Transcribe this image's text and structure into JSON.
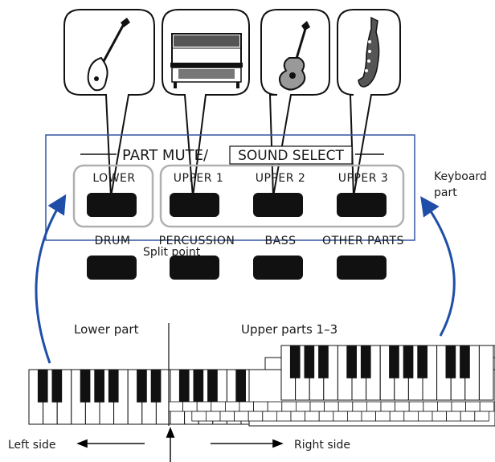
{
  "panel": {
    "title": "PART MUTE/",
    "title_boxed": "SOUND SELECT",
    "top_buttons": [
      "LOWER",
      "UPPER 1",
      "UPPER 2",
      "UPPER 3"
    ],
    "bottom_buttons": [
      "DRUM",
      "PERCUSSION",
      "BASS",
      "OTHER PARTS"
    ]
  },
  "callouts": {
    "keyboard_part": [
      "Keyboard",
      "part"
    ],
    "split_point": "Split point",
    "lower_part": "Lower part",
    "upper_parts": "Upper parts 1–3",
    "left_side": "Left side",
    "right_side": "Right side"
  },
  "instruments": [
    "guitar-icon",
    "piano-icon",
    "acoustic-guitar-icon",
    "saxophone-icon"
  ],
  "colors": {
    "panel_border": "#3355a0",
    "arrow": "#1f4ea8",
    "group_outline": "#b0b0b0",
    "button_fill": "#111111"
  }
}
